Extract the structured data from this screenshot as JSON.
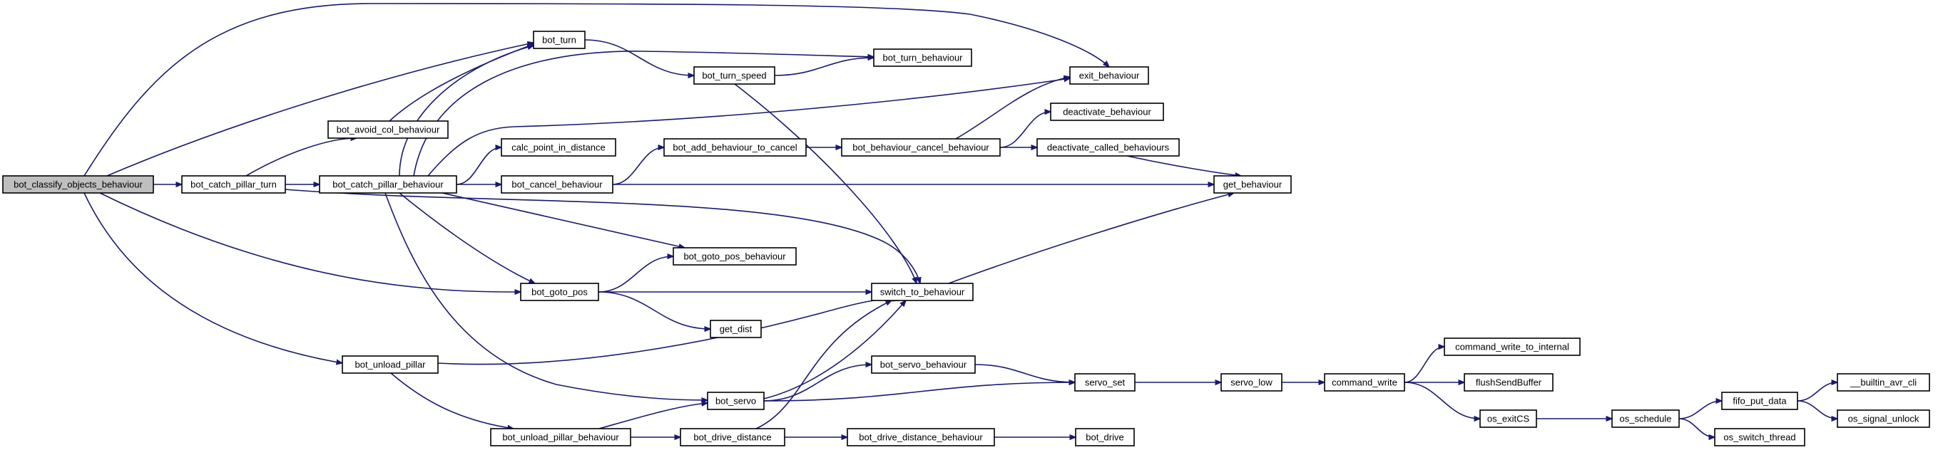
{
  "diagram": {
    "colors": {
      "edge": "#191970",
      "root_fill": "#bfbfbf",
      "node_fill": "#ffffff",
      "border": "#000000"
    },
    "nodes": [
      {
        "id": "bot_classify_objects_behaviour",
        "label": "bot_classify_objects_behaviour",
        "root": true
      },
      {
        "id": "bot_catch_pillar_turn",
        "label": "bot_catch_pillar_turn"
      },
      {
        "id": "bot_avoid_col_behaviour",
        "label": "bot_avoid_col_behaviour"
      },
      {
        "id": "bot_turn",
        "label": "bot_turn"
      },
      {
        "id": "bot_catch_pillar_behaviour",
        "label": "bot_catch_pillar_behaviour"
      },
      {
        "id": "bot_turn_speed",
        "label": "bot_turn_speed"
      },
      {
        "id": "bot_turn_behaviour",
        "label": "bot_turn_behaviour"
      },
      {
        "id": "exit_behaviour",
        "label": "exit_behaviour"
      },
      {
        "id": "calc_point_in_distance",
        "label": "calc_point_in_distance"
      },
      {
        "id": "bot_cancel_behaviour",
        "label": "bot_cancel_behaviour"
      },
      {
        "id": "bot_add_behaviour_to_cancel",
        "label": "bot_add_behaviour_to_cancel"
      },
      {
        "id": "bot_behaviour_cancel_behaviour",
        "label": "bot_behaviour_cancel_behaviour"
      },
      {
        "id": "deactivate_behaviour",
        "label": "deactivate_behaviour"
      },
      {
        "id": "deactivate_called_behaviours",
        "label": "deactivate_called_behaviours"
      },
      {
        "id": "get_behaviour",
        "label": "get_behaviour"
      },
      {
        "id": "bot_goto_pos_behaviour",
        "label": "bot_goto_pos_behaviour"
      },
      {
        "id": "bot_goto_pos",
        "label": "bot_goto_pos"
      },
      {
        "id": "switch_to_behaviour",
        "label": "switch_to_behaviour"
      },
      {
        "id": "get_dist",
        "label": "get_dist"
      },
      {
        "id": "bot_unload_pillar",
        "label": "bot_unload_pillar"
      },
      {
        "id": "bot_unload_pillar_behaviour",
        "label": "bot_unload_pillar_behaviour"
      },
      {
        "id": "bot_servo",
        "label": "bot_servo"
      },
      {
        "id": "bot_servo_behaviour",
        "label": "bot_servo_behaviour"
      },
      {
        "id": "servo_set",
        "label": "servo_set"
      },
      {
        "id": "servo_low",
        "label": "servo_low"
      },
      {
        "id": "command_write",
        "label": "command_write"
      },
      {
        "id": "command_write_to_internal",
        "label": "command_write_to_internal"
      },
      {
        "id": "flushSendBuffer",
        "label": "flushSendBuffer"
      },
      {
        "id": "os_exitCS",
        "label": "os_exitCS"
      },
      {
        "id": "os_schedule",
        "label": "os_schedule"
      },
      {
        "id": "fifo_put_data",
        "label": "fifo_put_data"
      },
      {
        "id": "__builtin_avr_cli",
        "label": "__builtin_avr_cli"
      },
      {
        "id": "os_signal_unlock",
        "label": "os_signal_unlock"
      },
      {
        "id": "os_switch_thread",
        "label": "os_switch_thread"
      },
      {
        "id": "bot_drive_distance",
        "label": "bot_drive_distance"
      },
      {
        "id": "bot_drive_distance_behaviour",
        "label": "bot_drive_distance_behaviour"
      },
      {
        "id": "bot_drive",
        "label": "bot_drive"
      }
    ],
    "edges": [
      [
        "bot_classify_objects_behaviour",
        "bot_catch_pillar_turn"
      ],
      [
        "bot_classify_objects_behaviour",
        "bot_turn"
      ],
      [
        "bot_classify_objects_behaviour",
        "exit_behaviour"
      ],
      [
        "bot_classify_objects_behaviour",
        "bot_goto_pos"
      ],
      [
        "bot_classify_objects_behaviour",
        "bot_unload_pillar"
      ],
      [
        "bot_catch_pillar_turn",
        "bot_avoid_col_behaviour"
      ],
      [
        "bot_catch_pillar_turn",
        "bot_catch_pillar_behaviour"
      ],
      [
        "bot_catch_pillar_turn",
        "switch_to_behaviour"
      ],
      [
        "bot_avoid_col_behaviour",
        "bot_turn"
      ],
      [
        "bot_turn",
        "bot_turn_speed"
      ],
      [
        "bot_turn_speed",
        "bot_turn_behaviour"
      ],
      [
        "bot_turn_speed",
        "switch_to_behaviour"
      ],
      [
        "bot_catch_pillar_behaviour",
        "bot_turn"
      ],
      [
        "bot_catch_pillar_behaviour",
        "bot_turn_behaviour"
      ],
      [
        "bot_catch_pillar_behaviour",
        "exit_behaviour"
      ],
      [
        "bot_catch_pillar_behaviour",
        "calc_point_in_distance"
      ],
      [
        "bot_catch_pillar_behaviour",
        "bot_cancel_behaviour"
      ],
      [
        "bot_catch_pillar_behaviour",
        "bot_goto_pos_behaviour"
      ],
      [
        "bot_catch_pillar_behaviour",
        "bot_goto_pos"
      ],
      [
        "bot_catch_pillar_behaviour",
        "bot_servo"
      ],
      [
        "bot_cancel_behaviour",
        "bot_add_behaviour_to_cancel"
      ],
      [
        "bot_cancel_behaviour",
        "get_behaviour"
      ],
      [
        "bot_add_behaviour_to_cancel",
        "bot_behaviour_cancel_behaviour"
      ],
      [
        "bot_behaviour_cancel_behaviour",
        "exit_behaviour"
      ],
      [
        "bot_behaviour_cancel_behaviour",
        "deactivate_behaviour"
      ],
      [
        "bot_behaviour_cancel_behaviour",
        "deactivate_called_behaviours"
      ],
      [
        "deactivate_called_behaviours",
        "get_behaviour"
      ],
      [
        "switch_to_behaviour",
        "get_behaviour"
      ],
      [
        "bot_goto_pos",
        "bot_goto_pos_behaviour"
      ],
      [
        "bot_goto_pos",
        "switch_to_behaviour"
      ],
      [
        "bot_goto_pos",
        "get_dist"
      ],
      [
        "bot_unload_pillar",
        "switch_to_behaviour"
      ],
      [
        "bot_unload_pillar",
        "bot_unload_pillar_behaviour"
      ],
      [
        "bot_unload_pillar_behaviour",
        "bot_servo"
      ],
      [
        "bot_unload_pillar_behaviour",
        "bot_drive_distance"
      ],
      [
        "bot_servo",
        "switch_to_behaviour"
      ],
      [
        "bot_servo",
        "bot_servo_behaviour"
      ],
      [
        "bot_servo",
        "servo_set"
      ],
      [
        "bot_servo_behaviour",
        "servo_set"
      ],
      [
        "servo_set",
        "servo_low"
      ],
      [
        "servo_low",
        "command_write"
      ],
      [
        "command_write",
        "command_write_to_internal"
      ],
      [
        "command_write",
        "flushSendBuffer"
      ],
      [
        "command_write",
        "os_exitCS"
      ],
      [
        "os_exitCS",
        "os_schedule"
      ],
      [
        "os_schedule",
        "fifo_put_data"
      ],
      [
        "os_schedule",
        "os_switch_thread"
      ],
      [
        "fifo_put_data",
        "__builtin_avr_cli"
      ],
      [
        "fifo_put_data",
        "os_signal_unlock"
      ],
      [
        "bot_drive_distance",
        "switch_to_behaviour"
      ],
      [
        "bot_drive_distance",
        "bot_drive_distance_behaviour"
      ],
      [
        "bot_drive_distance_behaviour",
        "bot_drive"
      ]
    ]
  }
}
